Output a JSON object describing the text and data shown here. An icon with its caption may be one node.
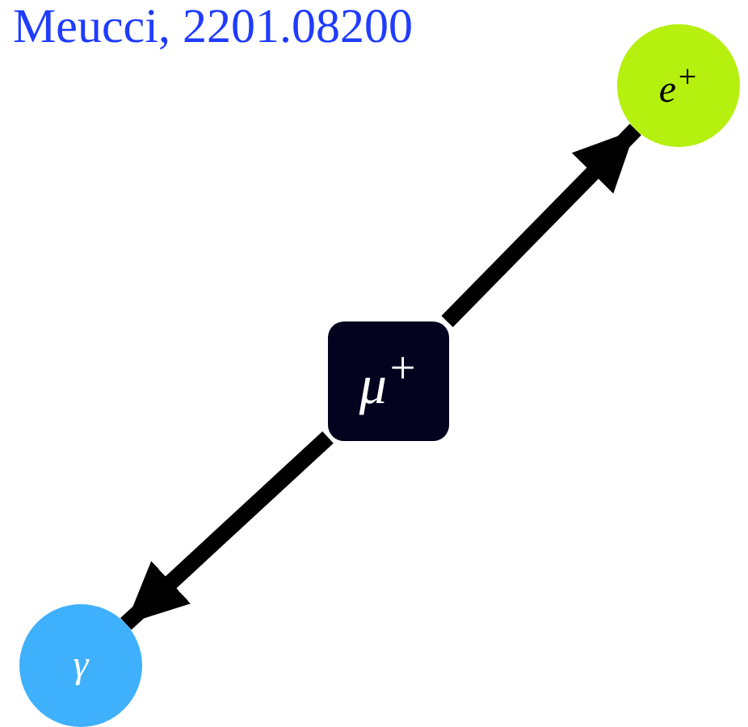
{
  "diagram": {
    "nodes": [
      {
        "text": [
          "e$^{+}$"
        ]
      },
      {
        "text": [
          "μ$^{+}$"
        ]
      },
      {
        "text": [
          "γ"
        ]
      }
    ],
    "edges": [
      {
        "from": 1,
        "to": 0,
        "arrow": "to"
      },
      {
        "from": 1,
        "to": 2,
        "arrow": "to"
      }
    ],
    "labels": [
      "Meucci, 2201.08200"
    ]
  }
}
